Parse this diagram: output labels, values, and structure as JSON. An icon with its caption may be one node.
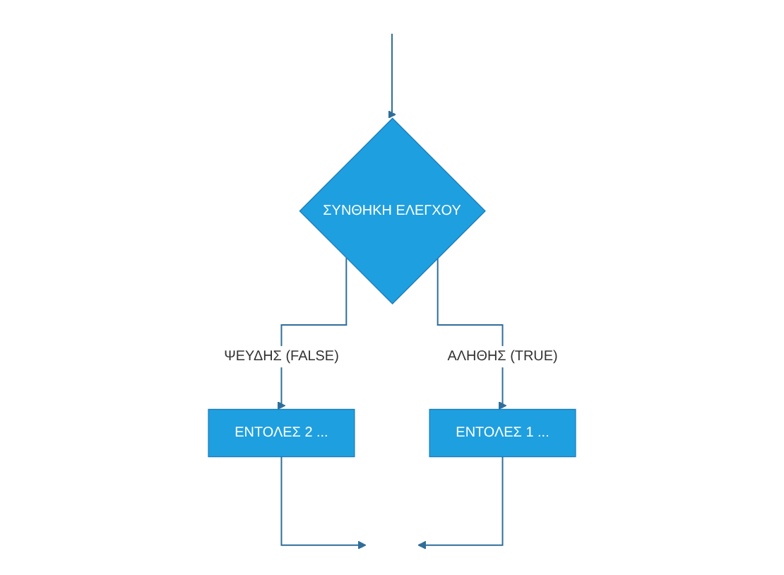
{
  "diagram": {
    "nodes": [
      {
        "text": [
          "ΣΥΝΘΗΚΗ ΕΛΕΓΧΟΥ"
        ]
      },
      {
        "text": [
          "ΕΝΤΟΛΕΣ 2 ..."
        ]
      },
      {
        "text": [
          "ΕΝΤΟΛΕΣ 1 ..."
        ]
      }
    ],
    "edges": [
      {
        "from": null,
        "to": 0,
        "arrow": "to"
      },
      {
        "from": 0,
        "to": 1,
        "arrow": "to",
        "label": "ΨΕΥΔΗΣ (FALSE)"
      },
      {
        "from": 0,
        "to": 2,
        "arrow": "to",
        "label": "ΑΛΗΘΗΣ (TRUE)"
      },
      {
        "from": 1,
        "to": null,
        "arrow": "to"
      },
      {
        "from": 2,
        "to": null,
        "arrow": "to"
      }
    ]
  }
}
